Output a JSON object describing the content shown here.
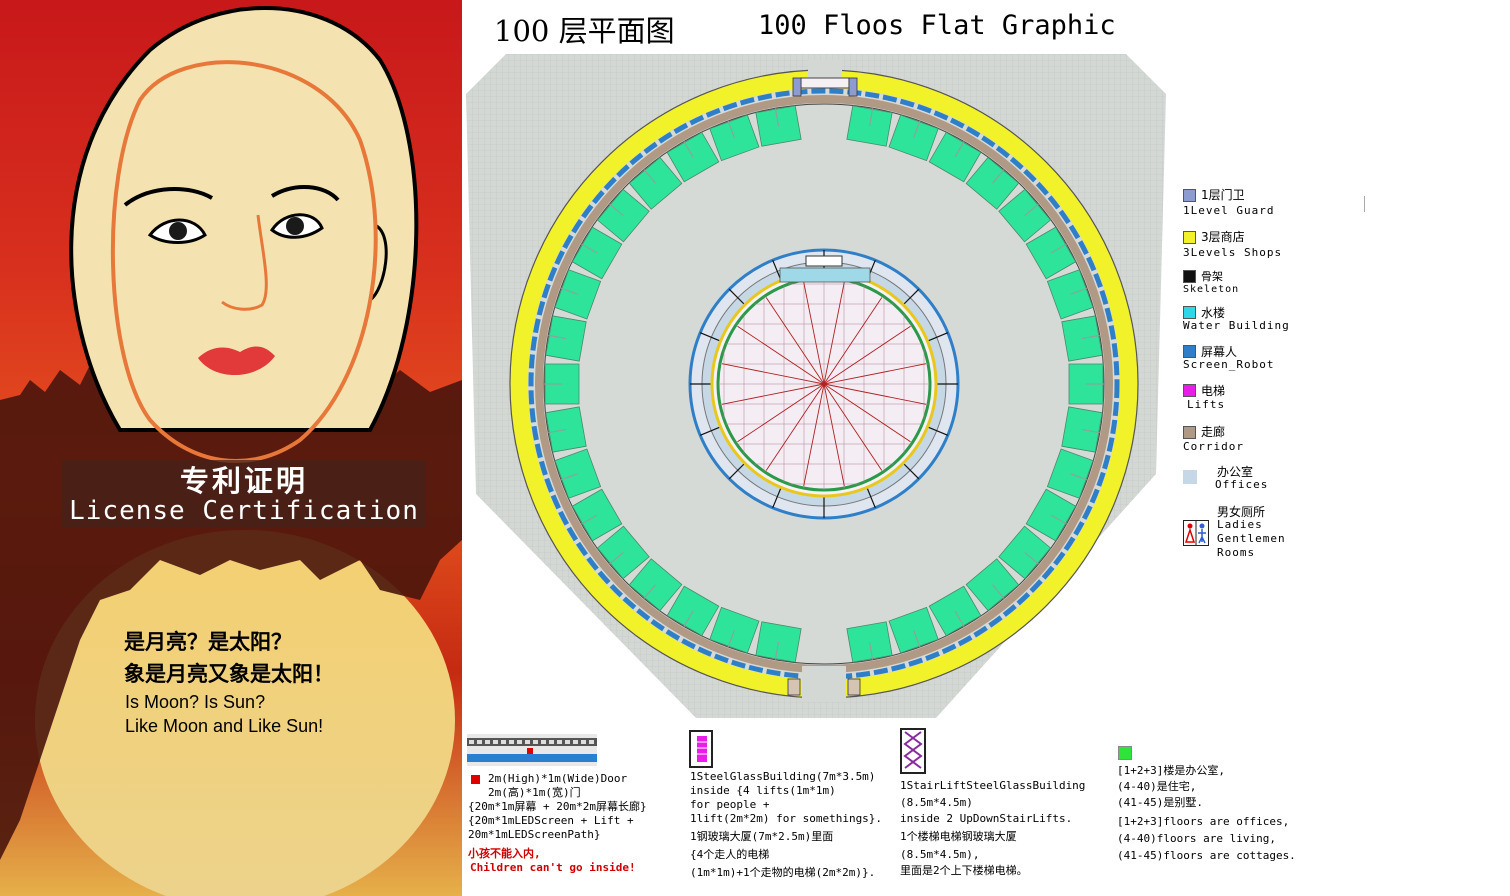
{
  "poster": {
    "cert_cn": "专利证明",
    "cert_en": "License Certification",
    "moon_cn_1": "是月亮？是太阳？",
    "moon_cn_2": "象是月亮又象是太阳！",
    "moon_en_1": "Is Moon? Is Sun?",
    "moon_en_2": "Like Moon and Like Sun!"
  },
  "title": {
    "cn": "100 层平面图",
    "en": "100 Floos Flat Graphic"
  },
  "legend": [
    {
      "cn": "1层门卫",
      "en": "1Level Guard",
      "color": "#8c9cd0"
    },
    {
      "cn": "3层商店",
      "en": "3Levels Shops",
      "color": "#f2f22a"
    },
    {
      "cn": "骨架",
      "en": "Skeleton",
      "color": "#111111"
    },
    {
      "cn": "水楼",
      "en": "Water Building",
      "color": "#2ed8e6"
    },
    {
      "cn": "屏幕人",
      "en": "Screen_Robot",
      "color": "#2f7fc8"
    },
    {
      "cn": "电梯",
      "en": "Lifts",
      "color": "#e81ee8"
    },
    {
      "cn": "走廊",
      "en": "Corridor",
      "color": "#b09a86"
    },
    {
      "cn": "办公室",
      "en": "Offices",
      "color": "#c6d8e6"
    },
    {
      "cn": "男女厕所",
      "en1": "Ladies",
      "en2": "Gentlemen",
      "en3": "Rooms"
    }
  ],
  "notes": {
    "door": {
      "l1": "2m(High)*1m(Wide)Door",
      "l2": "2m(高)*1m(宽)门",
      "l3": "{20m*1m屏幕 + 20m*2m屏幕长廊}",
      "l4": "{20m*1mLEDScreen + Lift +",
      "l5": " 20m*1mLEDScreenPath}",
      "l6": "小孩不能入内,",
      "l7": "Children can't go inside!"
    },
    "steel": {
      "l1": "1SteelGlassBuilding(7m*3.5m)",
      "l2": "inside {4 lifts(1m*1m)",
      "l3": "for people +",
      "l4": "1lift(2m*2m) for somethings}.",
      "l5": "1钢玻璃大厦(7m*2.5m)里面",
      "l6": "{4个走人的电梯",
      "l7": "(1m*1m)+1个走物的电梯(2m*2m)}."
    },
    "stair": {
      "l1": "1StairLiftSteelGlassBuilding",
      "l2": "(8.5m*4.5m)",
      "l3": "inside 2 UpDownStairLifts.",
      "l4": "1个楼梯电梯钢玻璃大厦",
      "l5": "(8.5m*4.5m),",
      "l6": "里面是2个上下楼梯电梯。"
    },
    "floors": {
      "l1": "[1+2+3]楼是办公室,",
      "l2": "(4-40)是住宅,",
      "l3": "(41-45)是别墅.",
      "l4": "[1+2+3]floors are offices,",
      "l5": "(4-40)floors are living,",
      "l6": "(41-45)floors are cottages."
    }
  },
  "colors": {
    "ground": "#d2d6d2",
    "shops": "#f2f22a",
    "offices": "#2ee39a",
    "water": "#2ed8e6",
    "screen": "#2f7fc8",
    "corridor": "#b09a86",
    "lift": "#e81ee8"
  }
}
